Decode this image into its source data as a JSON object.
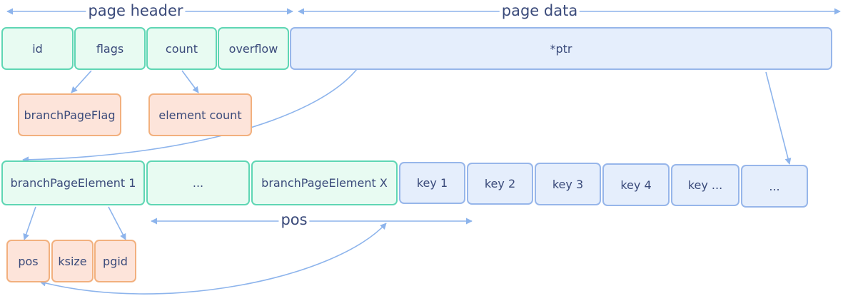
{
  "labels": {
    "page_header": "page header",
    "page_data": "page data",
    "pos": "pos"
  },
  "header_fields": {
    "id": "id",
    "flags": "flags",
    "count": "count",
    "overflow": "overflow",
    "ptr": "*ptr"
  },
  "header_details": {
    "flags_value": "branchPageFlag",
    "count_value": "element count"
  },
  "elements": {
    "first": "branchPageElement 1",
    "ellipsis": "...",
    "last": "branchPageElement X"
  },
  "keys": [
    "key 1",
    "key 2",
    "key 3",
    "key 4",
    "key ...",
    "..."
  ],
  "element_fields": {
    "pos": "pos",
    "ksize": "ksize",
    "pgid": "pgid"
  },
  "colors": {
    "header_fill": "#e8fbf2",
    "header_border": "#5fd6b4",
    "data_fill": "#e5eefc",
    "data_border": "#97b6ea",
    "detail_fill": "#fde4da",
    "detail_border": "#f2b07e",
    "arrow": "#8db4ec"
  }
}
